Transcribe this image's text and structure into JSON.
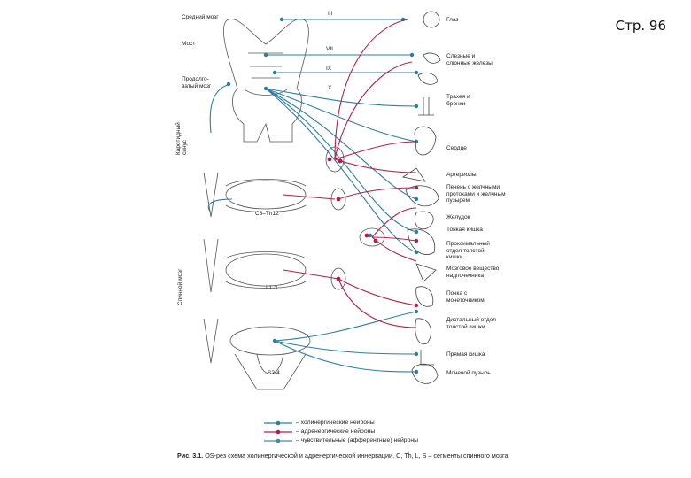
{
  "page_number": "Стр. 96",
  "left_labels": {
    "midbrain": "Средний мозг",
    "pons": "Мост",
    "medulla": "Продолго-\nватый мозг",
    "carotid_sinus": "Каротидный\nсинус",
    "spinal_cord": "Спинной мозг"
  },
  "nerve_labels": [
    "III",
    "VII",
    "IX",
    "X"
  ],
  "segment_labels": {
    "thoracic": "C8–Th12",
    "lumbar": "L1-3",
    "sacral": "S2-4"
  },
  "organs": [
    "Глаз",
    "Слезные и слюнные железы",
    "Трахея и бронхи",
    "Сердце",
    "Артериолы",
    "Печень с желчными протоками и желчным пузырем",
    "Желудок",
    "Тонкая кишка",
    "Проксимальный отдел толстой кишки",
    "Мозговое вещество надпочечника",
    "Почка с мочеточником",
    "Дистальный отдел толстой кишки",
    "Прямая кишка",
    "Мочевой пузырь"
  ],
  "legend": [
    {
      "text": "– холинергические нейроны",
      "color": "#2d7f9e"
    },
    {
      "text": "– адренергические нейроны",
      "color": "#b0214a"
    },
    {
      "text": "– чувствительные (афферентные) нейроны",
      "color": "#3a8fb0"
    }
  ],
  "caption": {
    "prefix": "Рис. 3.1.",
    "text": " ОS-рез схема холинергической и адренергической иннервации. С, Th, L, S – сегменты спинного мозга."
  },
  "colors": {
    "cholinergic": "#2d7f9e",
    "adrenergic": "#b0214a",
    "outline": "#444444"
  }
}
